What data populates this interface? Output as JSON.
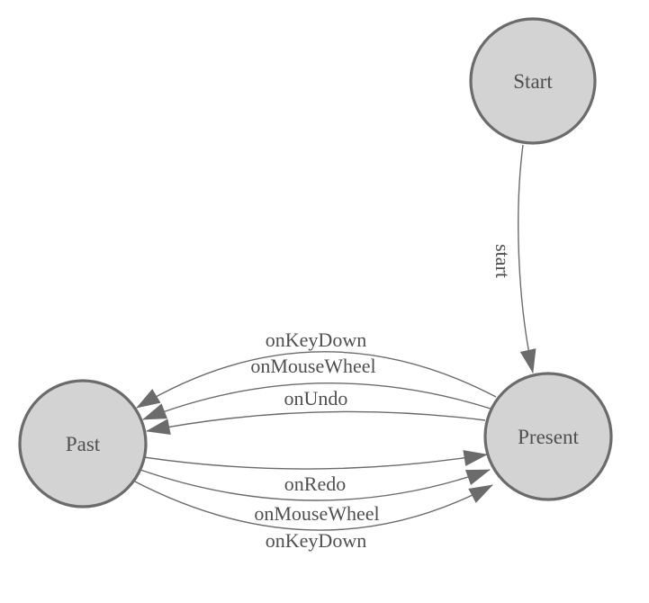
{
  "diagram": {
    "type": "state-machine",
    "colors": {
      "background": "#ffffff",
      "node_fill": "#d3d3d3",
      "node_stroke": "#6b6b6b",
      "edge_color": "#6b6b6b",
      "text_color": "#4f4f4f"
    },
    "nodes": [
      {
        "id": "start",
        "label": "Start"
      },
      {
        "id": "present",
        "label": "Present"
      },
      {
        "id": "past",
        "label": "Past"
      }
    ],
    "edges": [
      {
        "from": "start",
        "to": "present",
        "label": "start"
      },
      {
        "from": "present",
        "to": "past",
        "label": "onKeyDown"
      },
      {
        "from": "present",
        "to": "past",
        "label": "onMouseWheel"
      },
      {
        "from": "present",
        "to": "past",
        "label": "onUndo"
      },
      {
        "from": "past",
        "to": "present",
        "label": "onRedo"
      },
      {
        "from": "past",
        "to": "present",
        "label": "onMouseWheel"
      },
      {
        "from": "past",
        "to": "present",
        "label": "onKeyDown"
      }
    ]
  }
}
